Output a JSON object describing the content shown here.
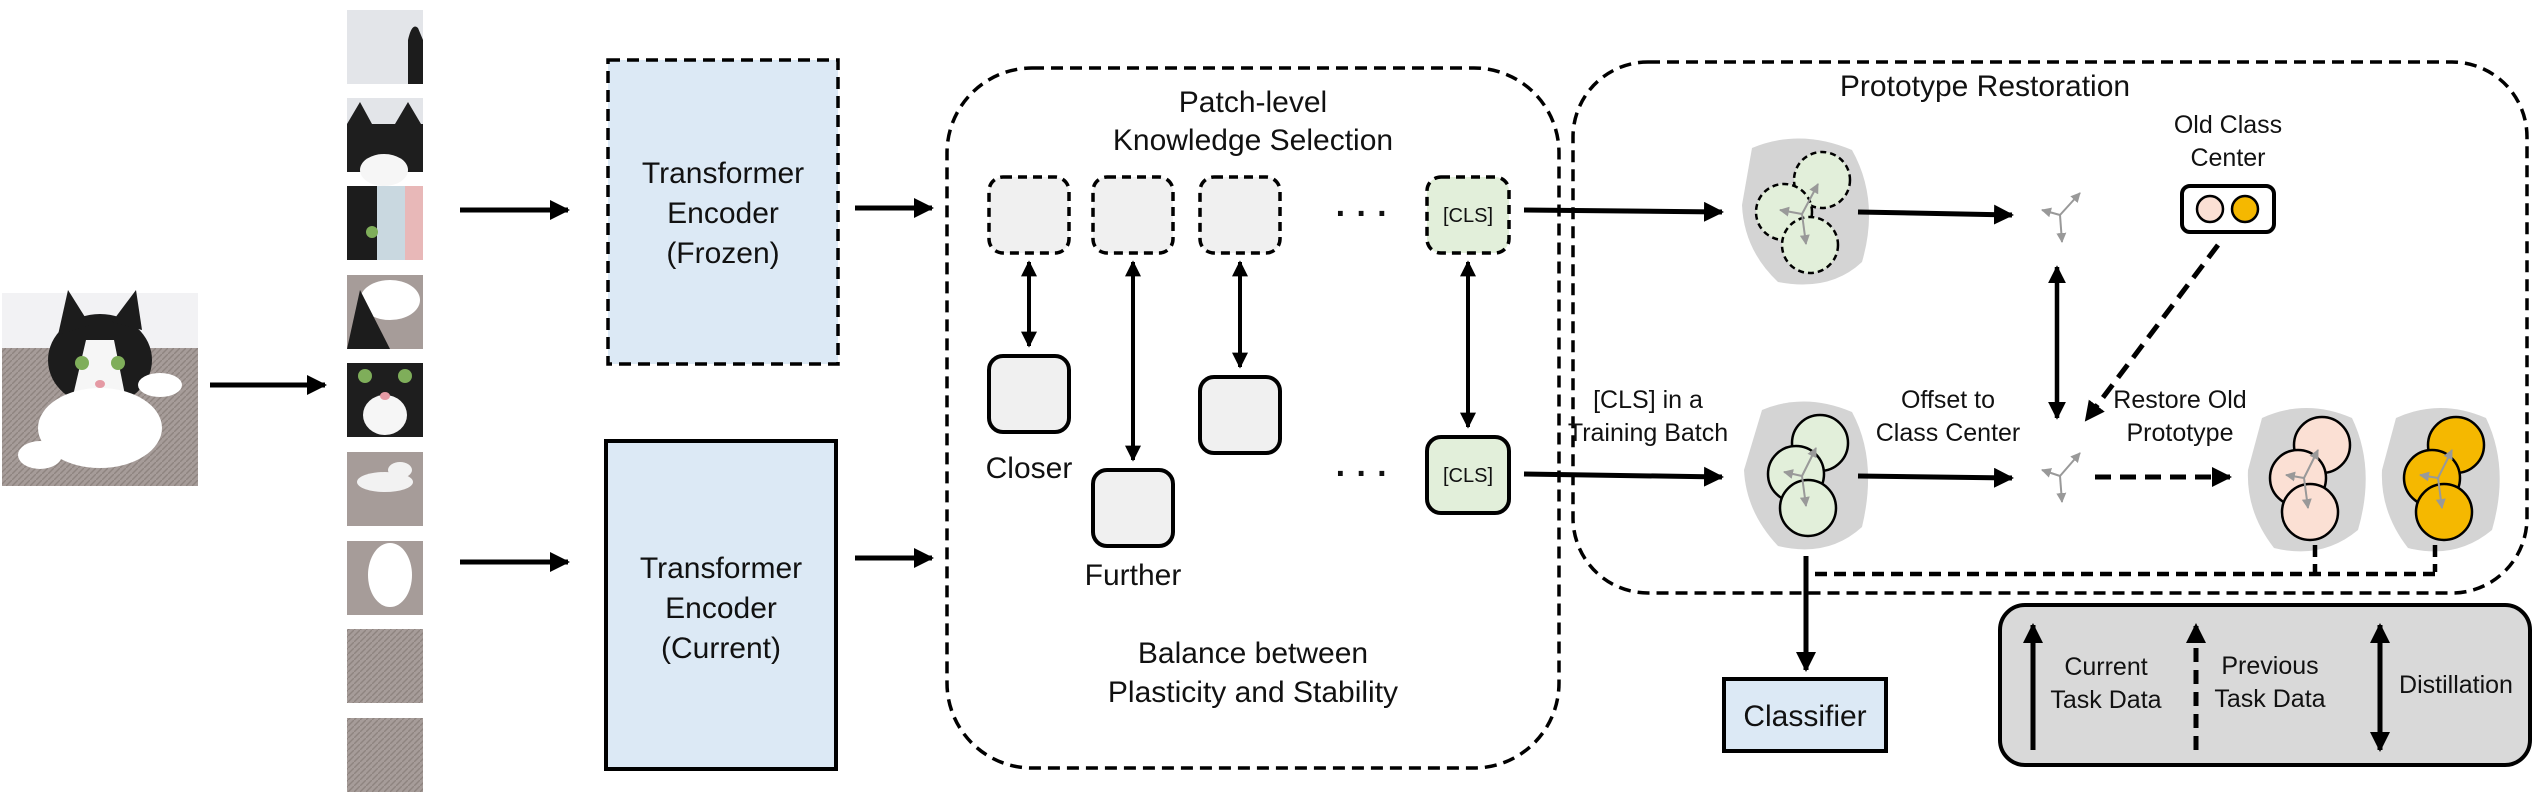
{
  "encoders": {
    "frozen": [
      "Transformer",
      "Encoder",
      "(Frozen)"
    ],
    "current": [
      "Transformer",
      "Encoder",
      "(Current)"
    ]
  },
  "patch_selection": {
    "title": [
      "Patch-level",
      "Knowledge Selection"
    ],
    "closer": "Closer",
    "further": "Further",
    "ellipsis": "· · ·",
    "cls_token": "[CLS]",
    "balance": [
      "Balance between",
      "Plasticity and Stability"
    ]
  },
  "prototype_restoration": {
    "title": "Prototype Restoration",
    "old_class_center": [
      "Old Class",
      "Center"
    ],
    "cls_in_batch": [
      "[CLS] in a",
      "Training Batch"
    ],
    "offset": [
      "Offset to",
      "Class Center"
    ],
    "restore": [
      "Restore Old",
      "Prototype"
    ]
  },
  "classifier": "Classifier",
  "legend": {
    "current": [
      "Current",
      "Task Data"
    ],
    "previous": [
      "Previous",
      "Task Data"
    ],
    "distillation": "Distillation"
  },
  "colors": {
    "encoder_fill": "#dce9f5",
    "token_fill": "#f0f0f0",
    "cls_fill": "#e2efda",
    "cluster_shadow": "#d4d4d4",
    "old_center_light": "#fbe0d4",
    "old_center_gold": "#f5b800",
    "legend_fill": "#d9d9d9"
  }
}
